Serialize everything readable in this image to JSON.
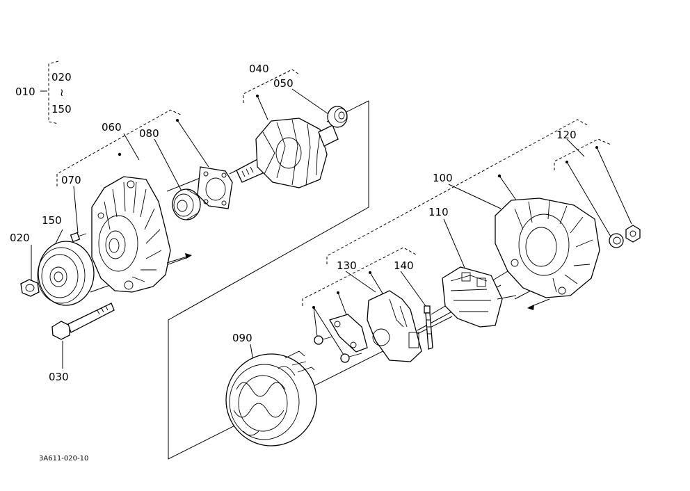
{
  "diagram": {
    "group_label": "010",
    "group_range_start": "020",
    "group_range_sep": "≀",
    "group_range_end": "150",
    "figure_code": "3A611-020-10",
    "parts": {
      "p020": "020",
      "p030": "030",
      "p040": "040",
      "p050": "050",
      "p060": "060",
      "p070": "070",
      "p080": "080",
      "p090": "090",
      "p100": "100",
      "p110": "110",
      "p120": "120",
      "p130": "130",
      "p140": "140",
      "p150": "150"
    }
  }
}
